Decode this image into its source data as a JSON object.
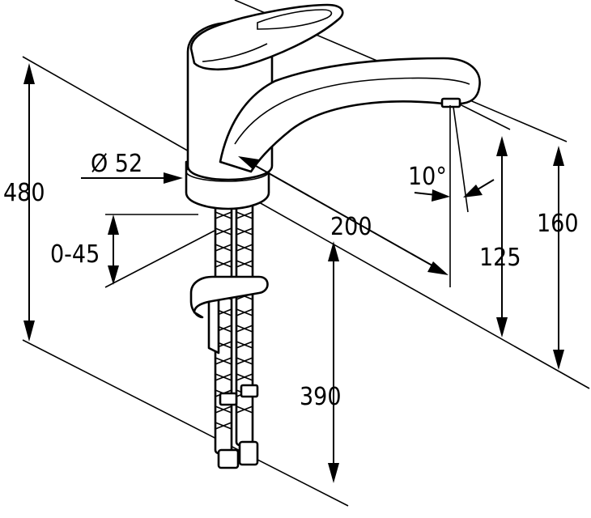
{
  "labels": {
    "height_total": "480",
    "diameter": "Ø 52",
    "deck_thickness": "0-45",
    "spout_reach": "200",
    "swivel_angle": "10°",
    "spout_height": "125",
    "body_height": "160",
    "hose_length": "390"
  },
  "colors": {
    "line": "#000000",
    "background": "#ffffff"
  }
}
